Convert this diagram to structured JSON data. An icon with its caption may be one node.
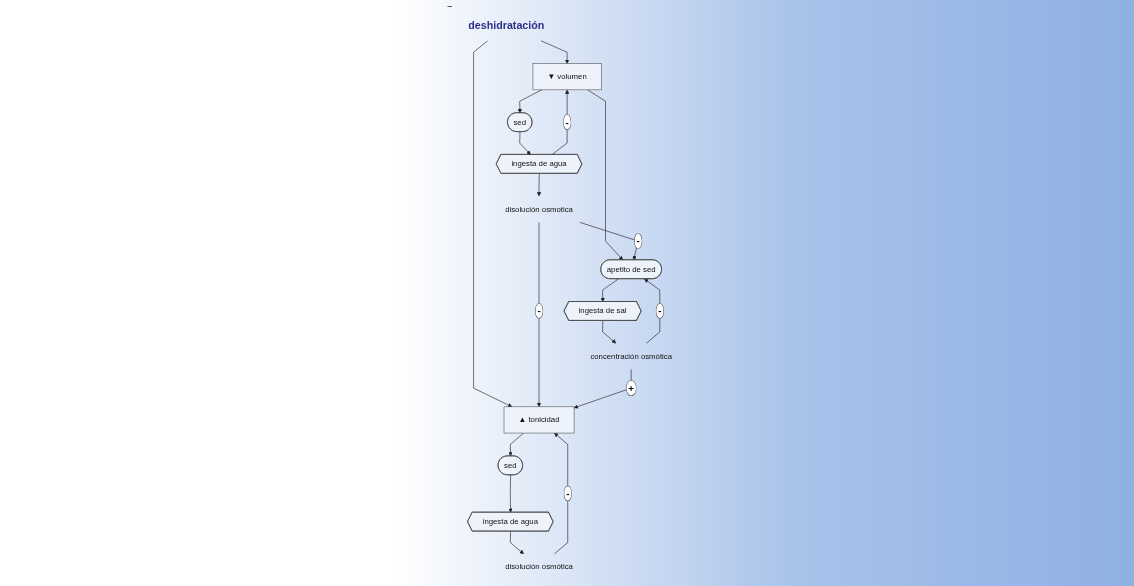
{
  "diagram": {
    "nodes": [
      {
        "text": [
          "deshidratación"
        ]
      },
      {
        "text": [
          "▲ tonicidad"
        ]
      },
      {
        "text": [
          "sed"
        ]
      },
      {
        "text": [
          "ingesta de agua"
        ]
      },
      {
        "text": [
          "disolución osmótica"
        ]
      },
      {
        "text": [
          "▼ volumen"
        ]
      },
      {
        "text": [
          "sed"
        ]
      },
      {
        "text": [
          "ingesta de agua"
        ]
      },
      {
        "text": [
          "disolución osmotica"
        ]
      },
      {
        "text": [
          "apetito de sed"
        ]
      },
      {
        "text": [
          "ingesta de sal"
        ]
      },
      {
        "text": [
          "concentración osmótica"
        ]
      }
    ],
    "edges": [
      {
        "from": 0,
        "to": 1,
        "arrow": "to"
      },
      {
        "from": 0,
        "to": 5,
        "arrow": "to"
      },
      {
        "from": 1,
        "to": 2,
        "arrow": "to"
      },
      {
        "from": 2,
        "to": 3,
        "arrow": "to"
      },
      {
        "from": 3,
        "to": 4,
        "arrow": "to"
      },
      {
        "from": 4,
        "to": 1,
        "arrow": "to",
        "label": "-"
      },
      {
        "from": 8,
        "to": 1,
        "arrow": "to",
        "label": "-"
      },
      {
        "from": 11,
        "to": 1,
        "arrow": "to",
        "label": "+"
      },
      {
        "from": 5,
        "to": 6,
        "arrow": "to"
      },
      {
        "from": 5,
        "to": 9,
        "arrow": "to"
      },
      {
        "from": 6,
        "to": 7,
        "arrow": "to"
      },
      {
        "from": 7,
        "to": 8,
        "arrow": "to"
      },
      {
        "from": 7,
        "to": 5,
        "arrow": "to",
        "label": "-"
      },
      {
        "from": 8,
        "to": 9,
        "arrow": "to",
        "label": "-"
      },
      {
        "from": 9,
        "to": 10,
        "arrow": "to"
      },
      {
        "from": 10,
        "to": 11,
        "arrow": "to"
      },
      {
        "from": 11,
        "to": 9,
        "arrow": "to",
        "label": "-"
      }
    ]
  }
}
